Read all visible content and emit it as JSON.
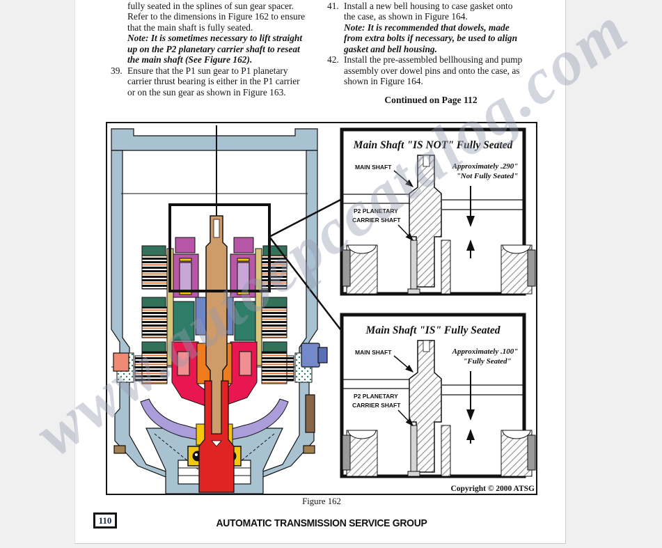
{
  "watermark": {
    "text": "www.autoepccatalog.com"
  },
  "instructions": {
    "left_column": {
      "pre_lines": [
        "fully seated in the splines of sun gear spacer.",
        "Refer to the dimensions in Figure 162 to ensure",
        "that the main shaft is fully seated."
      ],
      "note_lines": [
        "Note: It is sometimes necessary to lift straight",
        "up on the P2 planetary carrier shaft to reseat",
        "the main shaft (See Figure 162)."
      ],
      "item_39": {
        "number": "39.",
        "lines": [
          "Ensure that the P1 sun gear to P1 planetary",
          "carrier thrust bearing is either in the P1 carrier",
          "or on the sun gear as shown in Figure 163."
        ]
      }
    },
    "right_column": {
      "item_41": {
        "number": "41.",
        "lines": [
          "Install a new bell housing to case gasket onto",
          "the case, as shown in Figure 164."
        ]
      },
      "note_lines": [
        "Note: It is recommended that dowels, made",
        "from extra bolts if necessary, be used to align",
        "gasket and bell housing."
      ],
      "item_42": {
        "number": "42.",
        "lines": [
          "Install the pre-assembled bellhousing and pump",
          "assembly over dowel pins and onto the case, as",
          "shown in Figure 164."
        ]
      },
      "continued": "Continued on Page 112"
    }
  },
  "figure": {
    "caption": "Figure 162",
    "copyright": "Copyright © 2000 ATSG",
    "inset_top": {
      "title": "Main Shaft \"IS NOT\" Fully Seated",
      "label_main_shaft": "MAIN SHAFT",
      "approx_line1": "Approximately .290\"",
      "approx_line2": "\"Not Fully Seated\"",
      "label_p2_line1": "P2 PLANETARY",
      "label_p2_line2": "CARRIER SHAFT"
    },
    "inset_bottom": {
      "title": "Main Shaft \"IS\" Fully Seated",
      "label_main_shaft": "MAIN SHAFT",
      "approx_line1": "Approximately .100\"",
      "approx_line2": "\"Fully Seated\"",
      "label_p2_line1": "P2 PLANETARY",
      "label_p2_line2": "CARRIER SHAFT"
    }
  },
  "footer": {
    "page_number": "110",
    "org": "AUTOMATIC TRANSMISSION SERVICE GROUP"
  },
  "colors": {
    "viewer_background": "#f0f0f1",
    "paper": "#ffffff",
    "case_blue_gray": "#a9c2d2",
    "shaft_tan": "#cf9b69",
    "shaft_red": "#e02424",
    "magenta_drum": "#b856a8",
    "lavender_inner": "#c9a6d8",
    "crimson": "#e8174f",
    "salmon": "#f08e90",
    "orange": "#ef7c1c",
    "yellow": "#f3c60f",
    "teal_hub": "#2e7d68",
    "dark_green": "#33715a",
    "blue_part": "#6e86c3",
    "lavender_swoosh": "#ab9dd9",
    "khaki_strip": "#d9c57c",
    "watermark_gray": "#9499b0"
  }
}
